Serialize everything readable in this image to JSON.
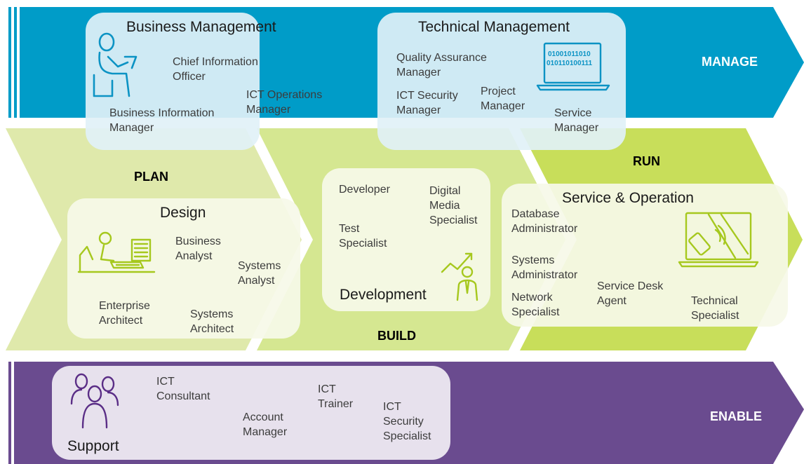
{
  "colors": {
    "manage": "#009cc8",
    "manage_box": "#d8eef6",
    "plan": "#dfe9ab",
    "build": "#d5e791",
    "run": "#c8de5a",
    "phase_box": "#f4f8e4",
    "enable": "#6a4b8f",
    "enable_box": "#ebe5ef",
    "icon_blue": "#0c93c4",
    "icon_green": "#a6c81e",
    "icon_purple": "#5a2d86"
  },
  "bands": {
    "manage": "MANAGE",
    "plan": "PLAN",
    "build": "BUILD",
    "run": "RUN",
    "enable": "ENABLE"
  },
  "groups": {
    "business_management": {
      "title": "Business Management",
      "icon": "person-at-laptop-icon",
      "roles": [
        "Chief Information\nOfficer",
        "ICT Operations\nManager",
        "Business Information\nManager"
      ]
    },
    "technical_management": {
      "title": "Technical Management",
      "icon": "binary-laptop-icon",
      "binary": [
        "01001011010",
        "010110100111"
      ],
      "roles": [
        "Quality Assurance\nManager",
        "ICT Security\nManager",
        "Project\nManager",
        "Service\nManager"
      ]
    },
    "design": {
      "title": "Design",
      "icon": "designer-at-desk-icon",
      "roles": [
        "Business\nAnalyst",
        "Systems\nAnalyst",
        "Enterprise\nArchitect",
        "Systems\nArchitect"
      ]
    },
    "development": {
      "title": "Development",
      "icon": "growth-person-icon",
      "roles": [
        "Developer",
        "Digital\nMedia\nSpecialist",
        "Test\nSpecialist"
      ]
    },
    "service_operation": {
      "title": "Service & Operation",
      "icon": "mobile-laptop-icon",
      "roles": [
        "Database\nAdministrator",
        "Systems\nAdministrator",
        "Network\nSpecialist",
        "Service Desk\nAgent",
        "Technical\nSpecialist"
      ]
    },
    "support": {
      "title": "Support",
      "icon": "people-group-icon",
      "roles": [
        "ICT\nConsultant",
        "Account\nManager",
        "ICT\nTrainer",
        "ICT\nSecurity\nSpecialist"
      ]
    }
  }
}
